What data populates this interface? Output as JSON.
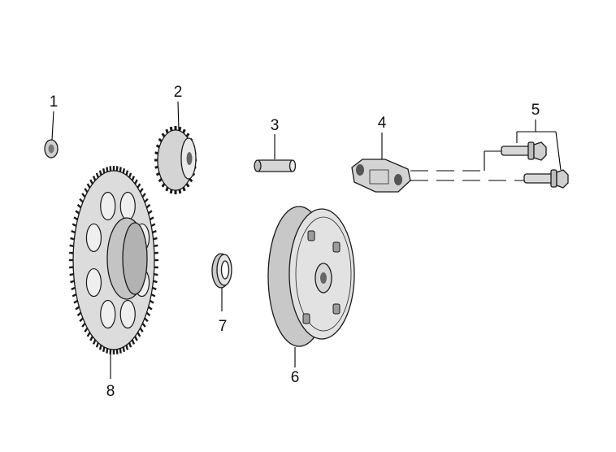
{
  "diagram": {
    "callouts": [
      {
        "id": "1",
        "part": "nut"
      },
      {
        "id": "2",
        "part": "starter-idle-gear"
      },
      {
        "id": "3",
        "part": "gear-shaft"
      },
      {
        "id": "4",
        "part": "retainer-plate"
      },
      {
        "id": "5",
        "part": "flange-bolt"
      },
      {
        "id": "6",
        "part": "starter-clutch"
      },
      {
        "id": "7",
        "part": "washer"
      },
      {
        "id": "8",
        "part": "driven-gear"
      }
    ],
    "colors": {
      "line": "#000000",
      "part_fill": "#d9d9d9",
      "part_dark": "#8c8c8c",
      "background": "#ffffff"
    }
  }
}
